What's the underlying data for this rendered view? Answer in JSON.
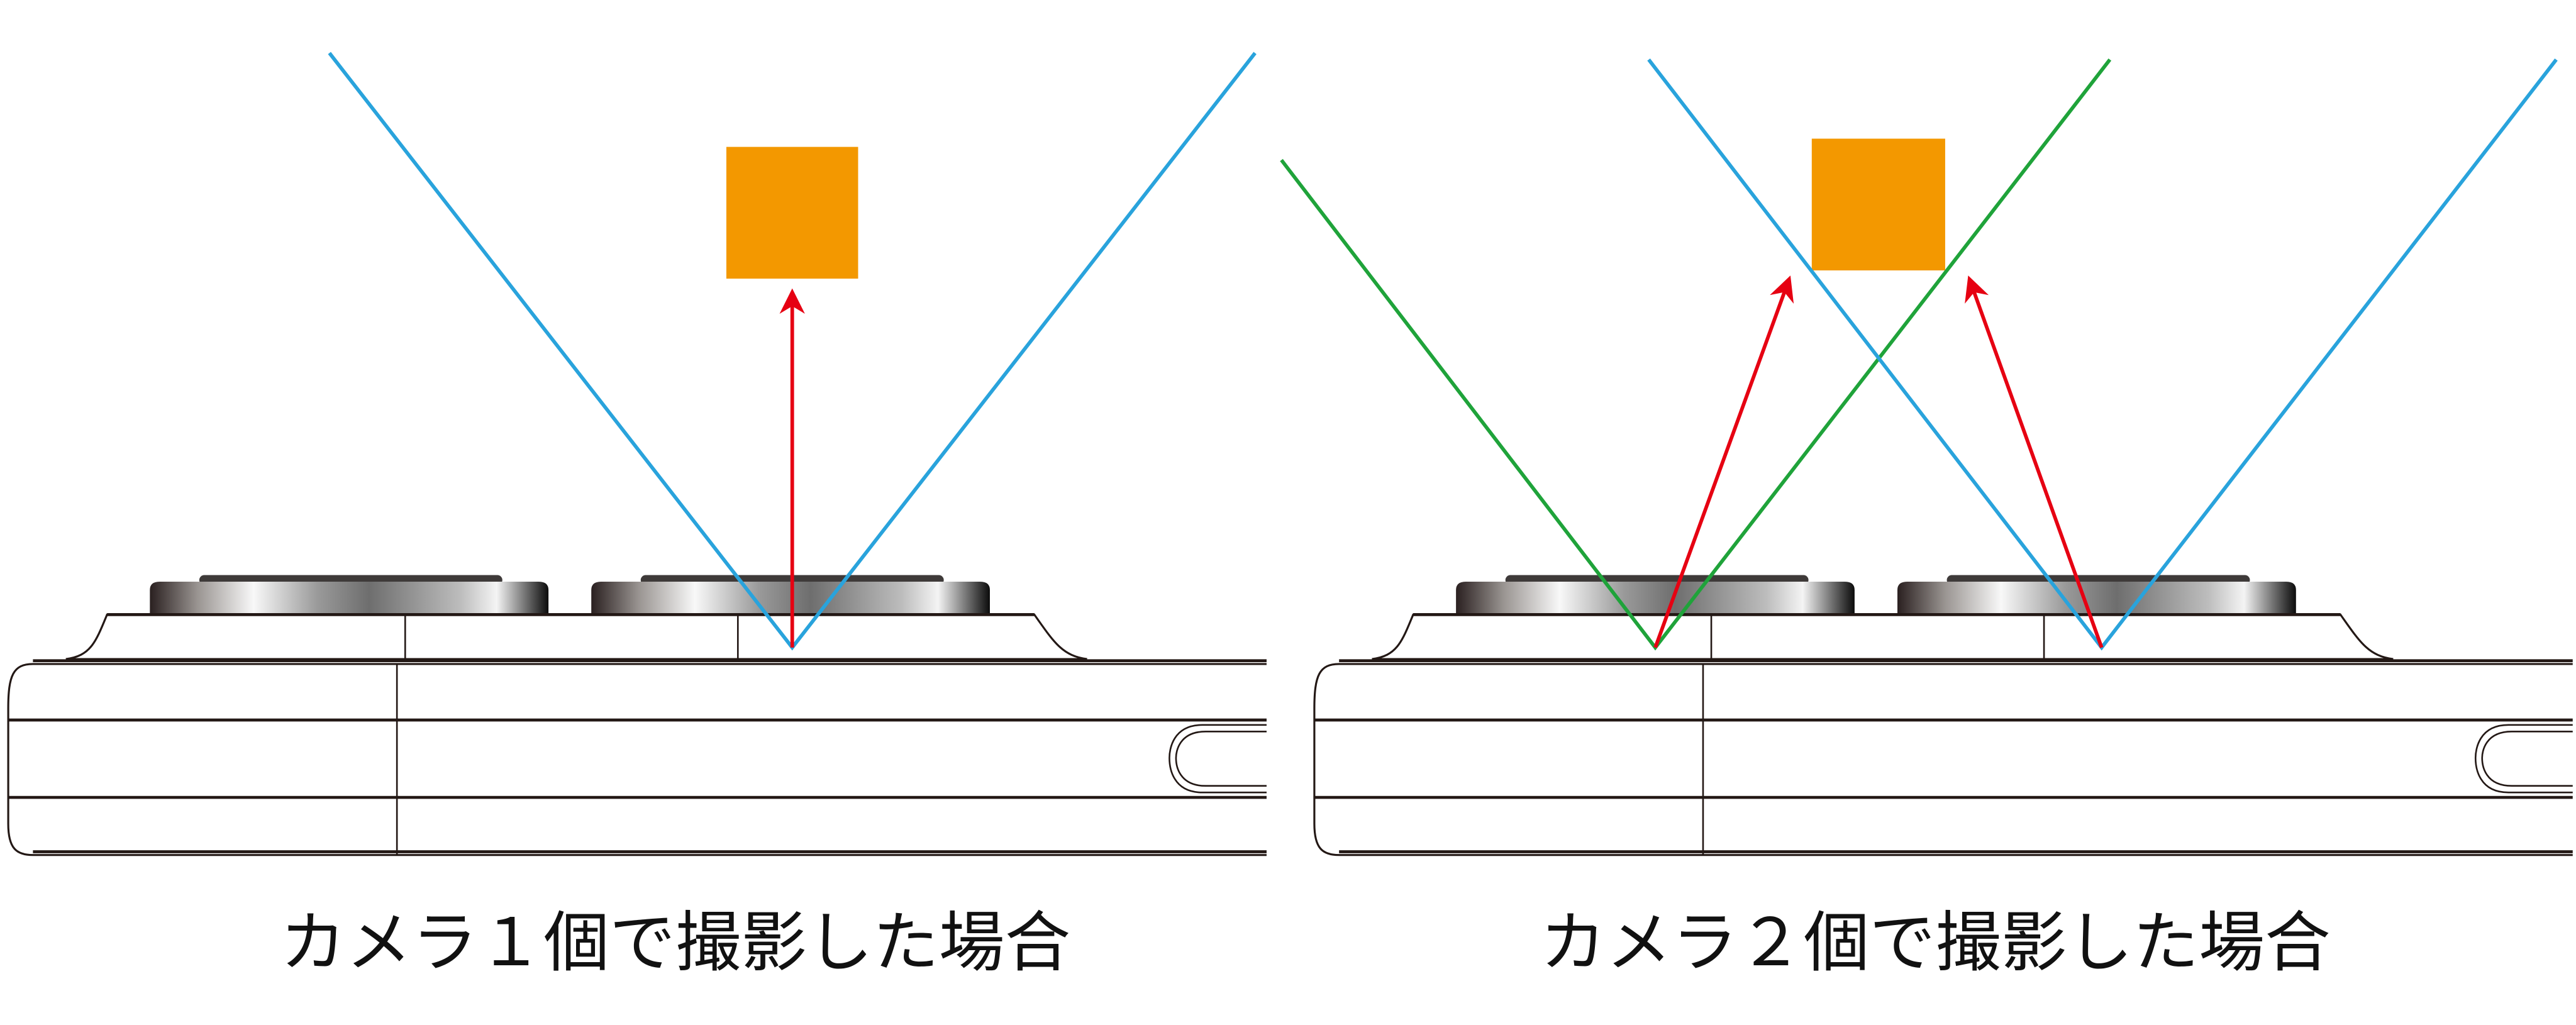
{
  "panels": [
    {
      "caption": "カメラ１個で撮影した場合",
      "cameras_used": 1
    },
    {
      "caption": "カメラ２個で撮影した場合",
      "cameras_used": 2
    }
  ],
  "colors": {
    "view_cone_blue": "#29a3dc",
    "view_cone_green": "#1fa33a",
    "ray_red": "#e60012",
    "subject_orange": "#f39800",
    "outline": "#231815"
  }
}
